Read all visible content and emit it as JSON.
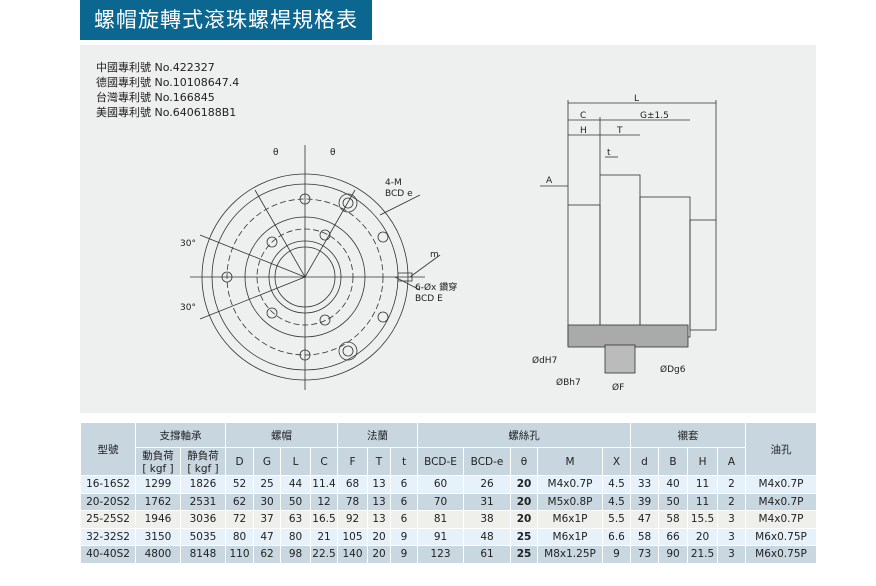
{
  "title": "螺帽旋轉式滾珠螺桿規格表",
  "patents": [
    "中國專利號 No.422327",
    "德國專利號 No.10108647.4",
    "台灣專利號 No.166845",
    "美國專利號 No.6406188B1"
  ],
  "drawing_labels": {
    "theta": "θ",
    "four_m": "4-M",
    "bcd_e_small": "BCD e",
    "m": "m",
    "six_x": "6-Øx 鑽穿",
    "bcd_e_big": "BCD E",
    "angle": "30°",
    "L": "L",
    "C": "C",
    "G": "G±1.5",
    "H": "H",
    "T": "T",
    "t": "t",
    "A": "A",
    "dH7": "ØdH7",
    "Bh7": "ØBh7",
    "F": "ØF",
    "Dg6": "ØDg6"
  },
  "table": {
    "groups": {
      "model": "型號",
      "bearing": "支撐軸承",
      "nut": "螺帽",
      "flange": "法蘭",
      "screw_hole": "螺絲孔",
      "collar": "襯套",
      "oil_hole": "油孔"
    },
    "bearing_sub": [
      "動負荷\n[kgf]",
      "静負荷\n[kgf]"
    ],
    "dyn": "動負荷",
    "dyn_u": "[ kgf ]",
    "stat": "静負荷",
    "stat_u": "[ kgf ]",
    "cols": [
      "D",
      "G",
      "L",
      "C",
      "F",
      "T",
      "t",
      "BCD-E",
      "BCD-e",
      "θ",
      "M",
      "X",
      "d",
      "B",
      "H",
      "A"
    ],
    "rows": [
      [
        "16-16S2",
        "1299",
        "1826",
        "52",
        "25",
        "44",
        "11.4",
        "68",
        "13",
        "6",
        "60",
        "26",
        "20",
        "M4x0.7P",
        "4.5",
        "33",
        "40",
        "11",
        "2",
        "M4x0.7P"
      ],
      [
        "20-20S2",
        "1762",
        "2531",
        "62",
        "30",
        "50",
        "12",
        "78",
        "13",
        "6",
        "70",
        "31",
        "20",
        "M5x0.8P",
        "4.5",
        "39",
        "50",
        "11",
        "2",
        "M4x0.7P"
      ],
      [
        "25-25S2",
        "1946",
        "3036",
        "72",
        "37",
        "63",
        "16.5",
        "92",
        "13",
        "6",
        "81",
        "38",
        "20",
        "M6x1P",
        "5.5",
        "47",
        "58",
        "15.5",
        "3",
        "M4x0.7P"
      ],
      [
        "32-32S2",
        "3150",
        "5035",
        "80",
        "47",
        "80",
        "21",
        "105",
        "20",
        "9",
        "91",
        "48",
        "25",
        "M6x1P",
        "6.6",
        "58",
        "66",
        "20",
        "3",
        "M6x0.75P"
      ],
      [
        "40-40S2",
        "4800",
        "8148",
        "110",
        "62",
        "98",
        "22.5",
        "140",
        "20",
        "9",
        "123",
        "61",
        "25",
        "M8x1.25P",
        "9",
        "73",
        "90",
        "21.5",
        "3",
        "M6x0.75P"
      ]
    ]
  }
}
